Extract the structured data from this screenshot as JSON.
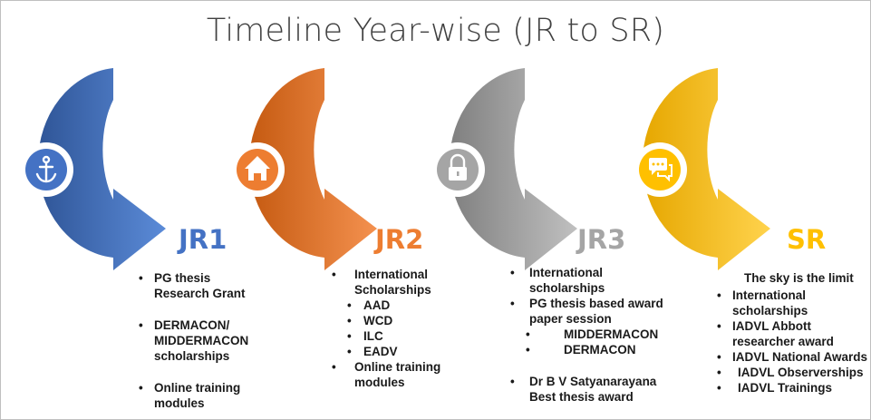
{
  "title": "Timeline Year-wise (JR to SR)",
  "colors": {
    "jr1": "#4472c4",
    "jr2": "#ed7d31",
    "jr3": "#a5a5a5",
    "sr": "#ffc000",
    "icon_circle": "#ffffff"
  },
  "stages": [
    {
      "label": "JR1",
      "icon": "anchor-icon",
      "items": [
        {
          "text": "PG thesis Research Grant"
        },
        {
          "text": "DERMACON/ MIDDERMACON scholarships"
        },
        {
          "text": "Online training modules"
        }
      ]
    },
    {
      "label": "JR2",
      "icon": "home-icon",
      "items": [
        {
          "text": "International Scholarships",
          "sub": [
            "AAD",
            "WCD",
            "ILC",
            "EADV"
          ]
        },
        {
          "text": "Online training modules"
        }
      ]
    },
    {
      "label": "JR3",
      "icon": "lock-icon",
      "items": [
        {
          "text": "International scholarships"
        },
        {
          "text": "PG thesis based award paper session",
          "sub": [
            "MIDDERMACON",
            "DERMACON"
          ]
        },
        {
          "text": "Dr B V Satyanarayana Best thesis award"
        }
      ]
    },
    {
      "label": "SR",
      "icon": "chat-icon",
      "heading": "The sky is the limit",
      "items": [
        {
          "text": "International scholarships"
        },
        {
          "text": "IADVL Abbott researcher award"
        },
        {
          "text": "IADVL National Awards"
        },
        {
          "text": "IADVL Observerships"
        },
        {
          "text": "IADVL Trainings"
        }
      ]
    }
  ]
}
